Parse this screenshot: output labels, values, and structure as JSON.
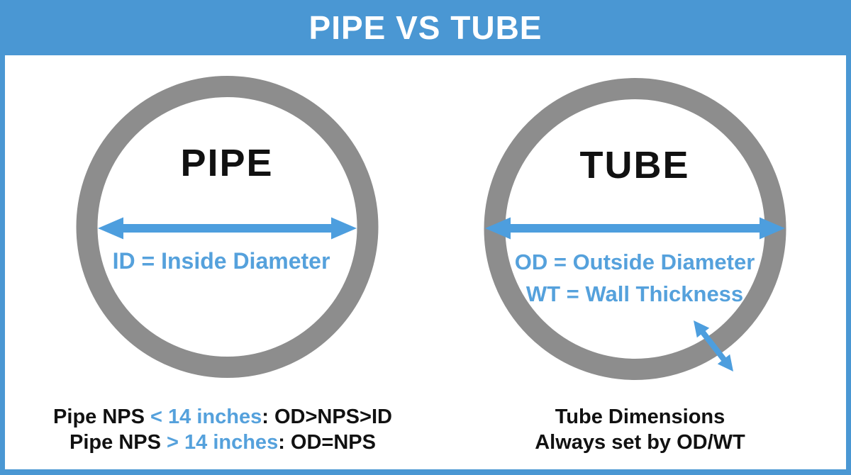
{
  "colors": {
    "header_blue": "#4a97d3",
    "border_blue": "#4a97d3",
    "arrow_blue": "#4d9ede",
    "text_blue": "#55a1dc",
    "ring_gray": "#8d8d8d",
    "text_black": "#111111"
  },
  "header": {
    "title": "PIPE VS TUBE"
  },
  "pipe": {
    "label": "PIPE",
    "diameter_caption": "ID = Inside Diameter",
    "notes": {
      "line1": {
        "pre": "Pipe NPS ",
        "highlight": "< 14 inches",
        "post": ": OD>NPS>ID"
      },
      "line2": {
        "pre": "Pipe NPS ",
        "highlight": "> 14 inches",
        "post": ": OD=NPS"
      }
    }
  },
  "tube": {
    "label": "TUBE",
    "od_caption": "OD = Outside Diameter",
    "wt_caption": "WT = Wall Thickness",
    "notes": {
      "line1": "Tube Dimensions",
      "line2": "Always set by OD/WT"
    }
  }
}
